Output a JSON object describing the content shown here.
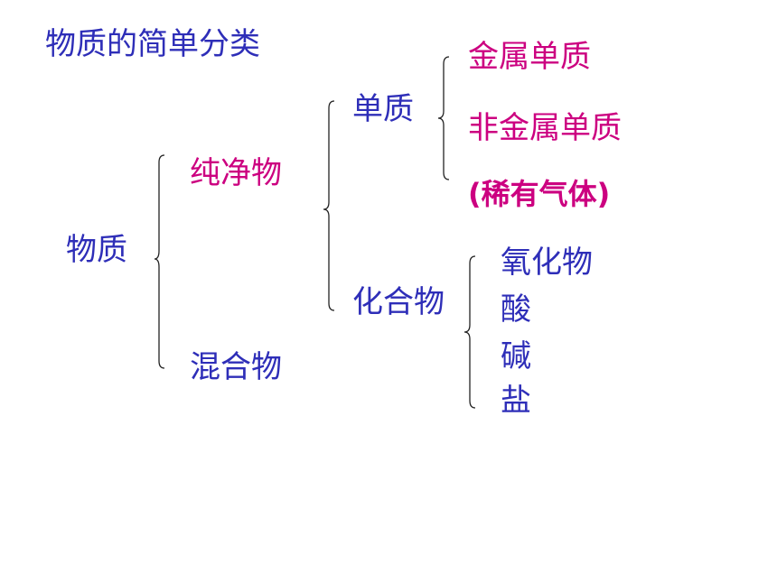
{
  "title": "物质的简单分类",
  "root": "物质",
  "level1": {
    "pure": "纯净物",
    "mixture": "混合物"
  },
  "level2": {
    "element": "单质",
    "compound": "化合物"
  },
  "elements": {
    "metal": "金属单质",
    "nonmetal": "非金属单质",
    "noble_gas": "(稀有气体)"
  },
  "compounds": {
    "oxide": "氧化物",
    "acid": "酸",
    "base": "碱",
    "salt": "盐"
  },
  "colors": {
    "blue": "#2e2eb8",
    "magenta": "#cc0080"
  }
}
